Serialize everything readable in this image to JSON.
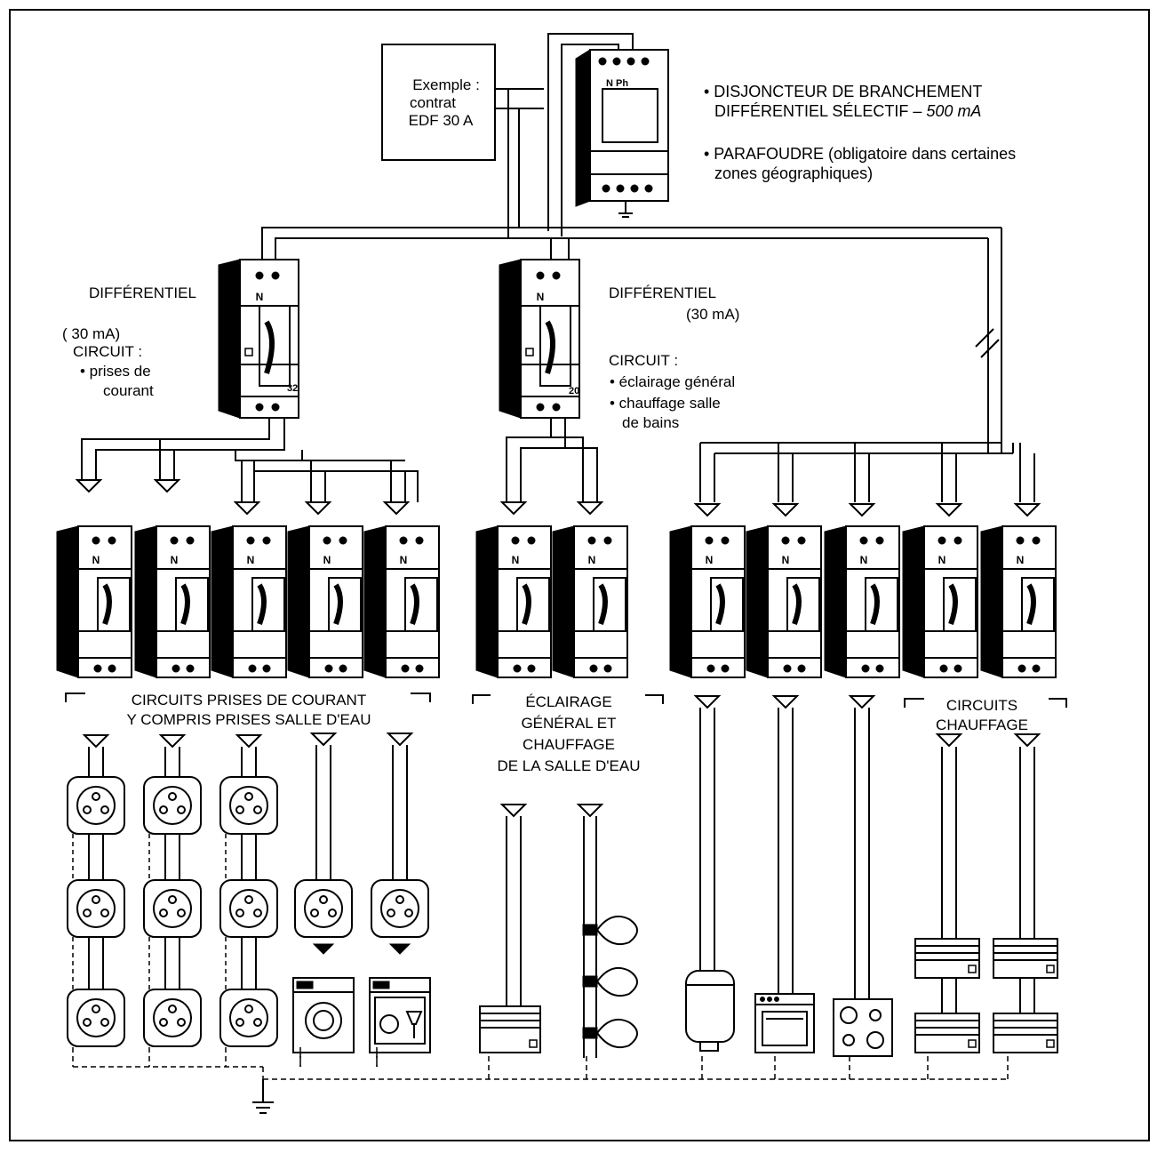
{
  "contract_box": {
    "line1": "Exemple :",
    "line2": "contrat",
    "line3": "EDF 30 A"
  },
  "main_breaker": {
    "terminal_label": "N Ph"
  },
  "notes": {
    "disjoncteur_line1": "• DISJONCTEUR DE BRANCHEMENT",
    "disjoncteur_line2": "DIFFÉRENTIEL SÉLECTIF –",
    "disjoncteur_rating": "500 mA",
    "parafoudre_line1": "• PARAFOUDRE (obligatoire dans certaines",
    "parafoudre_line2": "zones géographiques)"
  },
  "rcd_left": {
    "title": "DIFFÉRENTIEL",
    "rating": "( 30 mA)",
    "circuit_label": "CIRCUIT :",
    "circuit_line1": "• prises de",
    "circuit_line2": "courant",
    "calibre": "32"
  },
  "rcd_middle": {
    "title": "DIFFÉRENTIEL",
    "rating": "(30 mA)",
    "circuit_label": "CIRCUIT :",
    "circuit_line1": "• éclairage général",
    "circuit_line2": "• chauffage salle",
    "circuit_line3": "de bains",
    "calibre": "20"
  },
  "breaker_neutral_label": "N",
  "groups": {
    "prises_line1": "CIRCUITS PRISES DE COURANT",
    "prises_line2": "Y COMPRIS PRISES SALLE D'EAU",
    "eclairage_line1": "ÉCLAIRAGE",
    "eclairage_line2": "GÉNÉRAL ET",
    "eclairage_line3": "CHAUFFAGE",
    "eclairage_line4": "DE LA SALLE D'EAU",
    "chauffage_line1": "CIRCUITS",
    "chauffage_line2": "CHAUFFAGE"
  },
  "icons": [
    "socket-icon",
    "washing-machine-icon",
    "dishwasher-icon",
    "light-bulb-icon",
    "radiator-icon",
    "water-heater-icon",
    "oven-icon",
    "cooktop-icon",
    "earth-icon"
  ]
}
